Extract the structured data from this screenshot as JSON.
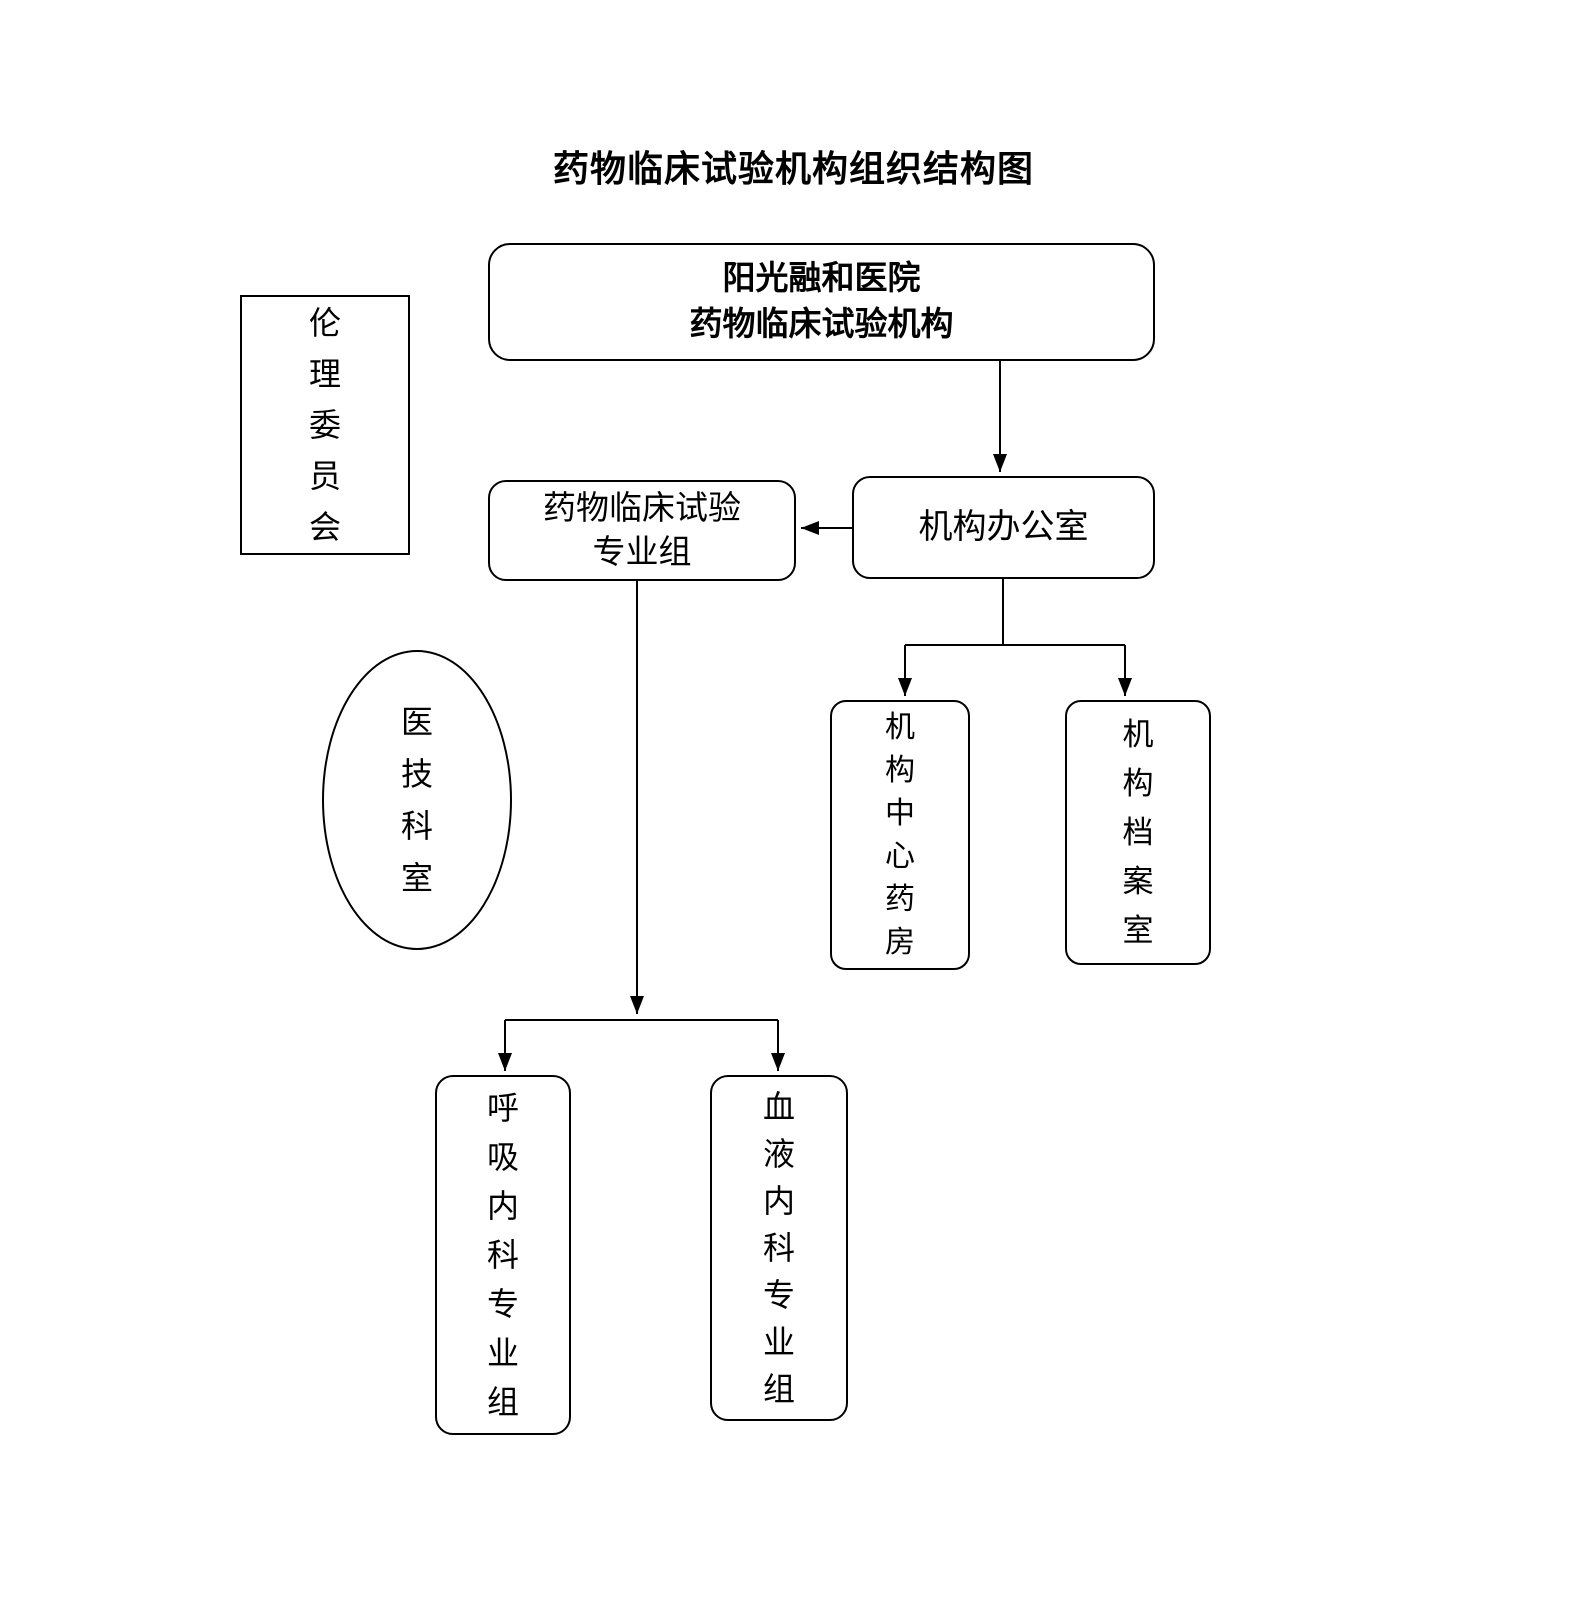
{
  "title": "药物临床试验机构组织结构图",
  "nodes": {
    "root": {
      "line1": "阳光融和医院",
      "line2": "药物临床试验机构"
    },
    "ethics_committee": "伦理委员会",
    "specialty_group": {
      "line1": "药物临床试验",
      "line2": "专业组"
    },
    "institution_office": "机构办公室",
    "medical_tech_dept": "医技科室",
    "central_pharmacy": "机构中心药房",
    "archive_room": "机构档案室",
    "respiratory_group": "呼吸内科专业组",
    "hematology_group": "血液内科专业组"
  }
}
